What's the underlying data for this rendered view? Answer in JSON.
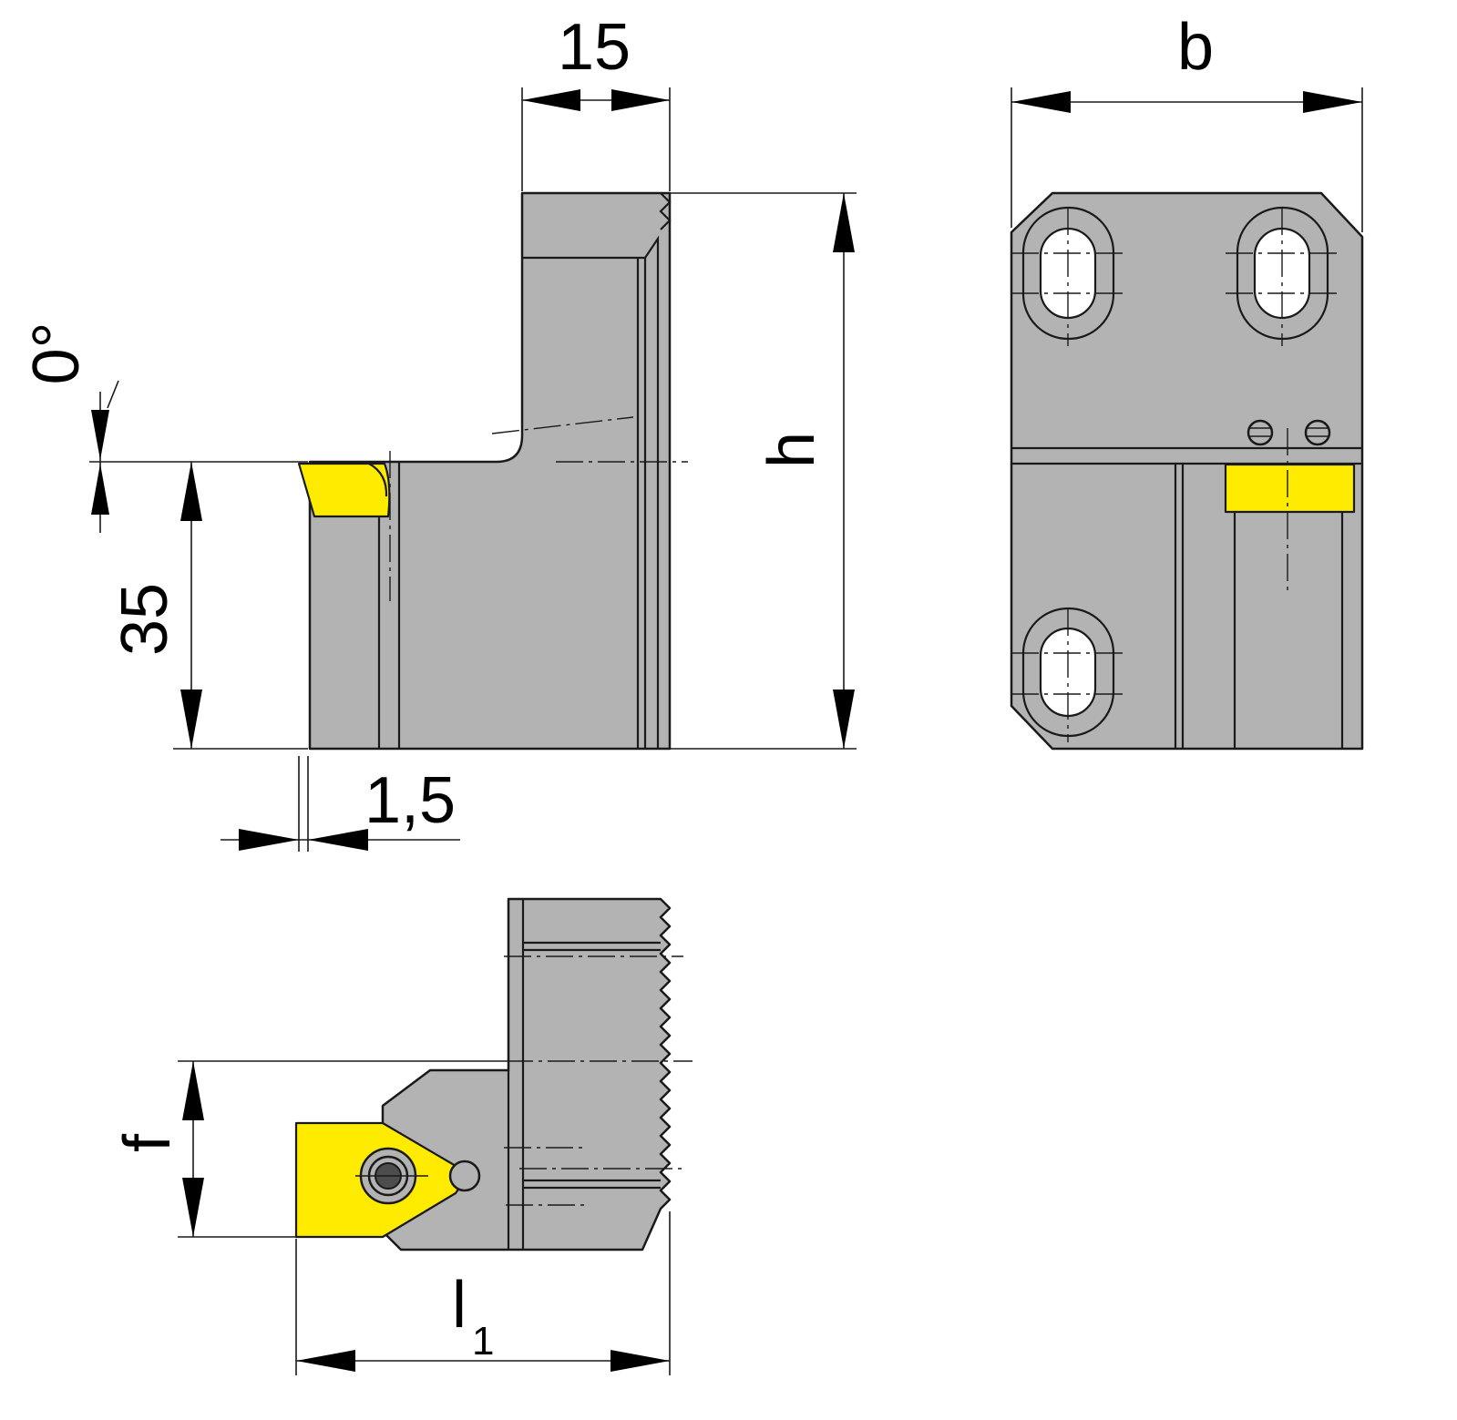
{
  "dimensions": {
    "width_top": "15",
    "width_right": "b",
    "height": "h",
    "angle": "0°",
    "insert_height": "35",
    "offset": "1,5",
    "f": "f",
    "l1_main": "l",
    "l1_sub": "1"
  },
  "colors": {
    "body": "#b3b3b3",
    "insert": "#ffeb00",
    "line": "#1a1a1a"
  }
}
